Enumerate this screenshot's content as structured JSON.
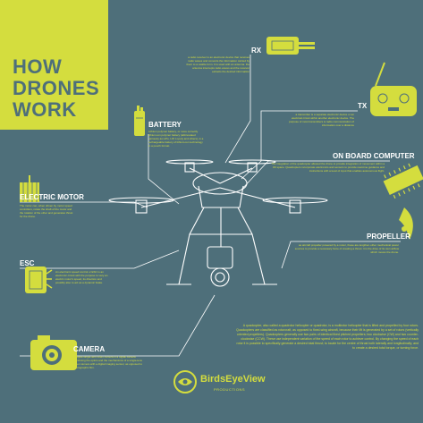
{
  "title_lines": [
    "HOW",
    "DRONES",
    "WORK"
  ],
  "labels": {
    "rx": "RX",
    "tx": "TX",
    "battery": "BATTERY",
    "onboard_computer": "ON BOARD COMPUTER",
    "electric_motor": "ELECTRIC MOTOR",
    "propeller": "PROPELLER",
    "esc": "ESC",
    "camera": "CAMERA"
  },
  "descriptions": {
    "rx": "a radio receiver is an electronic device that receives radio waves and converts the information carried by them to a usable form. It is used with an antenna. the antenna intercepts radio waves and the receiver extracts the desired information",
    "tx": "a transmitter is a separate electronic device or an electrical circuit within another electronic device. The purpose of most transmitters is radio communication of information over a distance",
    "battery": "Lithium polymer battery, or more correctly lithium-ion polymer battery (abbreviated variously as LiPo, LIP, Li-poly and others), is a rechargeable battery of lithium-ion technology in a pouch format.",
    "onboard_computer": "The integration of the quadcopter allowed the drone to provide integration of movement within a 3D space. Quadcopters incorporate electronics and sensors to provide real-time guidance and instructions with a level of input that enables autonomous flight.",
    "electric_motor": "The motor can, when driven by motor speed controllers, rotate the shaft of the motor and the rotation of the other and generates thrust for the drone.",
    "propeller": "as aircraft propeller powered by a motor, these are lengthen other mechanical power sources to provide a necessary force of creating a thrust. it is the drive of its own airflow which moves the drone.",
    "esc": "An electronic speed control or ESC is an electronic circuit with the purpose to vary an electric motor's speed, its direction and possibly also to act as a dynamic brake.",
    "camera": "A digital single-lens reflex camera is a digital camera combining the optics and the mechanisms of a single-lens reflex camera with a digital imaging sensor, as opposed to photographic film."
  },
  "paragraph": "A quadcopter, also called a quadrotor helicopter or quadrotor, is a multirotor helicopter that is lifted and propelled by four rotors. Quadcopters are classified as rotorcraft, as opposed to fixed-wing aircraft, because their lift is generated by a set of rotors (vertically oriented propellers). Quadcopters generally use two pairs of identical fixed pitched propellers; two clockwise (CW) and two counter-clockwise (CCW). These use independent variation of the speed of each rotor to achieve control. By changing the speed of each rotor it is possible to specifically generate a desired total thrust; to locate for the centre of thrust both laterally and longitudinally; and to create a desired total torque, or turning force.",
  "brand": {
    "name": "BirdsEyeView",
    "sub": "PRODUCTIONS"
  },
  "colors": {
    "background": "#4e6f7a",
    "accent": "#d4dd3e",
    "line": "#ffffff"
  }
}
